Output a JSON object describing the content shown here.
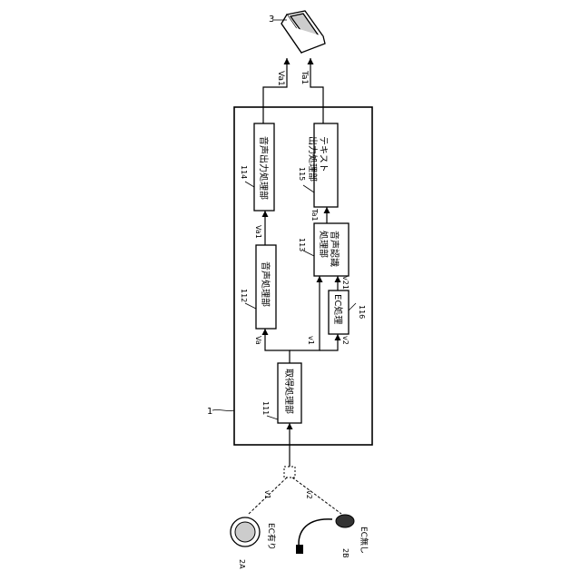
{
  "refs": {
    "device": "1",
    "terminal": "3",
    "mic_ec": "2A",
    "mic_no_ec": "2B",
    "acq": "111",
    "voice_proc": "112",
    "speech_rec": "113",
    "voice_out": "114",
    "text_out": "115",
    "ec": "116"
  },
  "blocks": {
    "acq": "取得処理部",
    "voice_proc": "音声処理部",
    "voice_out": "音声出力処理部",
    "speech_rec_1": "音声認識",
    "speech_rec_2": "処理部",
    "text_out_1": "テキスト",
    "text_out_2": "出力処理部",
    "ec": "EC処理"
  },
  "signals": {
    "v1_in": "v1",
    "v2_in": "v2",
    "va": "Va",
    "v1": "v1",
    "v2": "v2",
    "v21": "v21",
    "va1_mid": "Va1",
    "ta1_mid": "Ta1",
    "va1_out": "Va1",
    "ta1_out": "Ta1"
  },
  "mics": {
    "ec_yes": "EC有り",
    "ec_no": "EC無し"
  }
}
